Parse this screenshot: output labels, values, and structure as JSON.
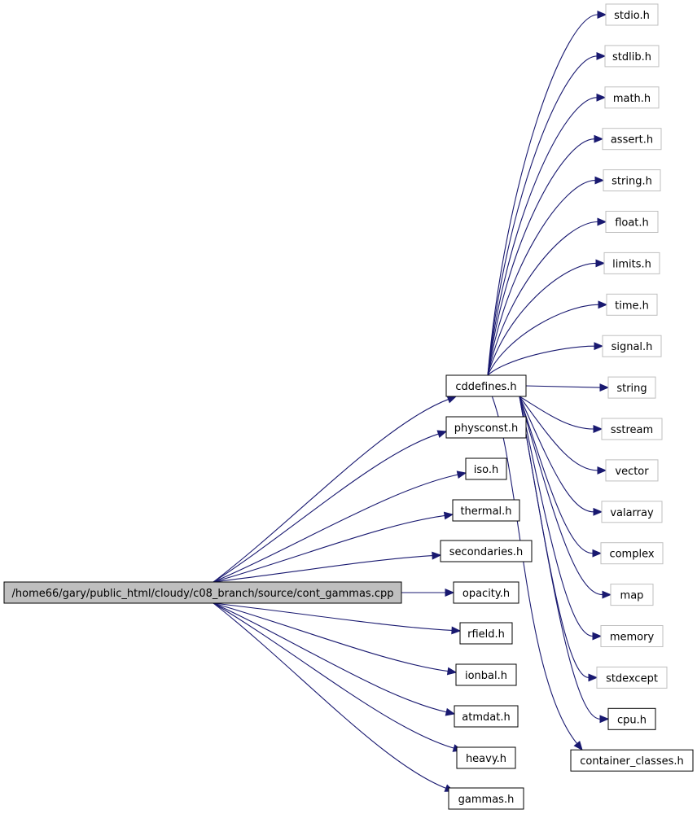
{
  "graph": {
    "root": "/home66/gary/public_html/cloudy/c08_branch/source/cont_gammas.cpp",
    "root_includes": [
      "cddefines.h",
      "physconst.h",
      "iso.h",
      "thermal.h",
      "secondaries.h",
      "opacity.h",
      "rfield.h",
      "ionbal.h",
      "atmdat.h",
      "heavy.h",
      "gammas.h"
    ],
    "cddefines_includes": [
      "stdio.h",
      "stdlib.h",
      "math.h",
      "assert.h",
      "string.h",
      "float.h",
      "limits.h",
      "time.h",
      "signal.h",
      "string",
      "sstream",
      "vector",
      "valarray",
      "complex",
      "map",
      "memory",
      "stdexcept",
      "cpu.h",
      "container_classes.h"
    ],
    "documented_nodes": [
      "cddefines.h",
      "physconst.h",
      "iso.h",
      "thermal.h",
      "secondaries.h",
      "opacity.h",
      "rfield.h",
      "ionbal.h",
      "atmdat.h",
      "heavy.h",
      "gammas.h",
      "cpu.h",
      "container_classes.h"
    ],
    "colors": {
      "root_fill": "#bfbfbf",
      "documented_border": "#000000",
      "external_border": "#bfbfbf",
      "edge": "#191970"
    }
  }
}
